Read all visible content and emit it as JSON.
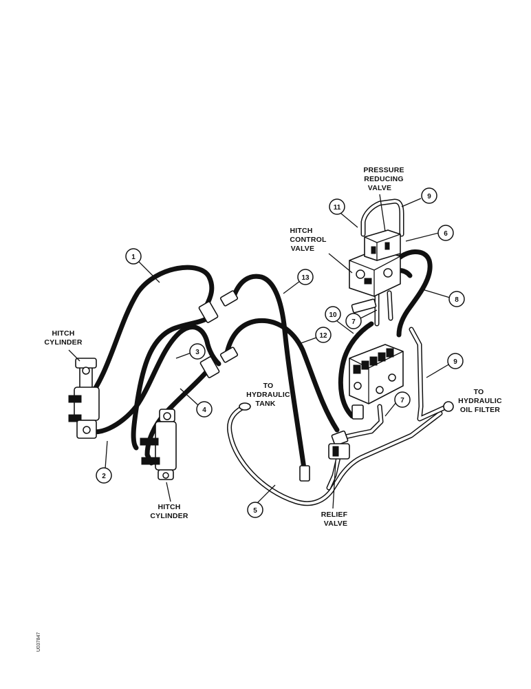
{
  "labels": {
    "pressure_reducing_valve": [
      "PRESSURE",
      "REDUCING",
      "VALVE"
    ],
    "hitch_control_valve": [
      "HITCH",
      "CONTROL",
      "VALVE"
    ],
    "hitch_cylinder_left": [
      "HITCH",
      "CYLINDER"
    ],
    "hitch_cylinder_bottom": [
      "HITCH",
      "CYLINDER"
    ],
    "to_hydraulic_tank": [
      "TO",
      "HYDRAULIC",
      "TANK"
    ],
    "to_hydraulic_oil_filter": [
      "TO",
      "HYDRAULIC",
      "OIL FILTER"
    ],
    "relief_valve": [
      "RELIEF",
      "VALVE"
    ]
  },
  "callouts": {
    "c1": "1",
    "c2": "2",
    "c3": "3",
    "c4": "4",
    "c5": "5",
    "c6": "6",
    "c7a": "7",
    "c7b": "7",
    "c8": "8",
    "c9a": "9",
    "c9b": "9",
    "c10": "10",
    "c11": "11",
    "c12": "12",
    "c13": "13"
  },
  "figure_code": "U037847"
}
